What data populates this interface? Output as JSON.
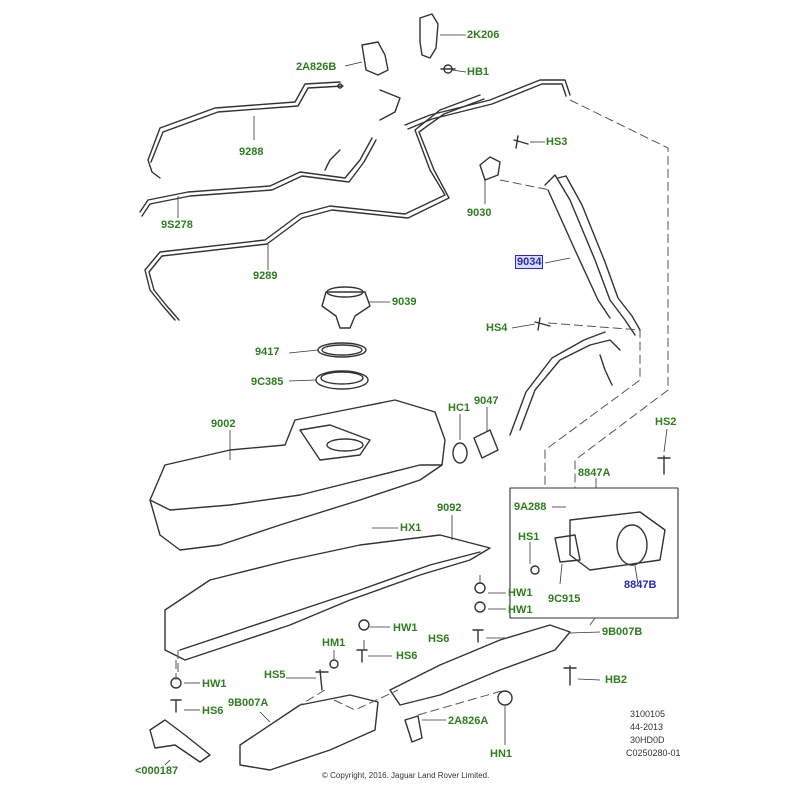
{
  "parts": [
    {
      "id": "p-2k206",
      "label": "2K206",
      "color": "green"
    },
    {
      "id": "p-2a826b",
      "label": "2A826B",
      "color": "green"
    },
    {
      "id": "p-hb1",
      "label": "HB1",
      "color": "green"
    },
    {
      "id": "p-9288",
      "label": "9288",
      "color": "green"
    },
    {
      "id": "p-9s278",
      "label": "9S278",
      "color": "green"
    },
    {
      "id": "p-9289",
      "label": "9289",
      "color": "green"
    },
    {
      "id": "p-hs3",
      "label": "HS3",
      "color": "green"
    },
    {
      "id": "p-9030",
      "label": "9030",
      "color": "green"
    },
    {
      "id": "p-9034",
      "label": "9034",
      "color": "blue",
      "selected": true
    },
    {
      "id": "p-9039",
      "label": "9039",
      "color": "green"
    },
    {
      "id": "p-hs4",
      "label": "HS4",
      "color": "green"
    },
    {
      "id": "p-9417",
      "label": "9417",
      "color": "green"
    },
    {
      "id": "p-9c385",
      "label": "9C385",
      "color": "green"
    },
    {
      "id": "p-9002",
      "label": "9002",
      "color": "green"
    },
    {
      "id": "p-hc1",
      "label": "HC1",
      "color": "green"
    },
    {
      "id": "p-9047",
      "label": "9047",
      "color": "green"
    },
    {
      "id": "p-hs2",
      "label": "HS2",
      "color": "green"
    },
    {
      "id": "p-8847a",
      "label": "8847A",
      "color": "green"
    },
    {
      "id": "p-9a288",
      "label": "9A288",
      "color": "green"
    },
    {
      "id": "p-9092",
      "label": "9092",
      "color": "green"
    },
    {
      "id": "p-hx1",
      "label": "HX1",
      "color": "green"
    },
    {
      "id": "p-hs1",
      "label": "HS1",
      "color": "green"
    },
    {
      "id": "p-9c915",
      "label": "9C915",
      "color": "green"
    },
    {
      "id": "p-8847b",
      "label": "8847B",
      "color": "blue"
    },
    {
      "id": "p-hw1-a",
      "label": "HW1",
      "color": "green"
    },
    {
      "id": "p-hw1-b",
      "label": "HW1",
      "color": "green"
    },
    {
      "id": "p-hw1-c",
      "label": "HW1",
      "color": "green"
    },
    {
      "id": "p-hs6-a",
      "label": "HS6",
      "color": "green"
    },
    {
      "id": "p-9b007b",
      "label": "9B007B",
      "color": "green"
    },
    {
      "id": "p-hm1",
      "label": "HM1",
      "color": "green"
    },
    {
      "id": "p-hs6-b",
      "label": "HS6",
      "color": "green"
    },
    {
      "id": "p-hs5",
      "label": "HS5",
      "color": "green"
    },
    {
      "id": "p-hb2",
      "label": "HB2",
      "color": "green"
    },
    {
      "id": "p-hw1-d",
      "label": "HW1",
      "color": "green"
    },
    {
      "id": "p-9b007a",
      "label": "9B007A",
      "color": "green"
    },
    {
      "id": "p-hs6-c",
      "label": "HS6",
      "color": "green"
    },
    {
      "id": "p-2a826a",
      "label": "2A826A",
      "color": "green"
    },
    {
      "id": "p-hn1",
      "label": "HN1",
      "color": "green"
    },
    {
      "id": "p-000187",
      "label": "<000187",
      "color": "green"
    }
  ],
  "reference": [
    "3100105",
    "44-2013",
    "30HD0D",
    "C0250280-01"
  ],
  "copyright": "© Copyright, 2016. Jaguar Land Rover Limited.",
  "colors": {
    "label_green": "#2e7d1e",
    "label_blue": "#2a2ab8",
    "selected_bg": "#d8ddff",
    "line": "#333333"
  }
}
